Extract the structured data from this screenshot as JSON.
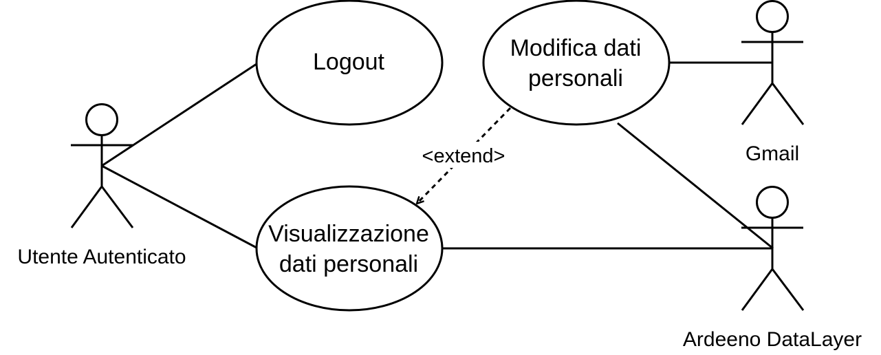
{
  "actors": {
    "utente": {
      "label": "Utente Autenticato"
    },
    "gmail": {
      "label": "Gmail"
    },
    "datalayer": {
      "label": "Ardeeno DataLayer"
    }
  },
  "use_cases": {
    "logout": {
      "lines": [
        "Logout"
      ]
    },
    "modifica": {
      "lines": [
        "Modifica dati",
        "personali"
      ]
    },
    "visualizzazione": {
      "lines": [
        "Visualizzazione",
        "dati personali"
      ]
    }
  },
  "relations": {
    "extend_label": "<extend>"
  }
}
